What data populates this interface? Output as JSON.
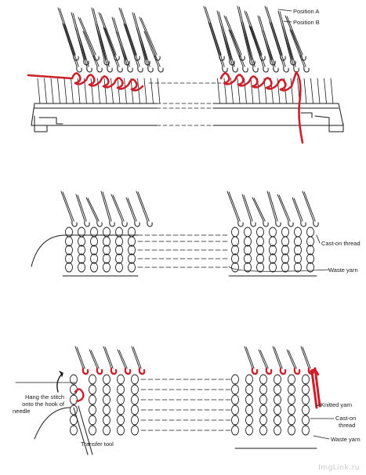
{
  "panels": [
    {
      "id": "cast-on-hooks",
      "labels": {
        "position_a": "Position A",
        "position_b": "Position B"
      }
    },
    {
      "id": "cast-on-thread-and-waste",
      "labels": {
        "cast_on_thread": "Cast-on thread",
        "waste_yarn": "Waste yarn"
      }
    },
    {
      "id": "hang-stitch",
      "labels": {
        "hang_stitch_1": "Hang the stitch",
        "hang_stitch_2": "onto the hook of",
        "hang_stitch_3": "needle",
        "transfer_tool": "Transfer tool",
        "knitted_yarn": "Knitted yarn",
        "cast_on_1": "Cast-on",
        "cast_on_2": "thread",
        "waste_yarn": "Waste yarn"
      }
    }
  ],
  "watermark": "ImgLink.ru",
  "colors": {
    "ink": "#1a1a1a",
    "accent": "#cc1f2a"
  }
}
